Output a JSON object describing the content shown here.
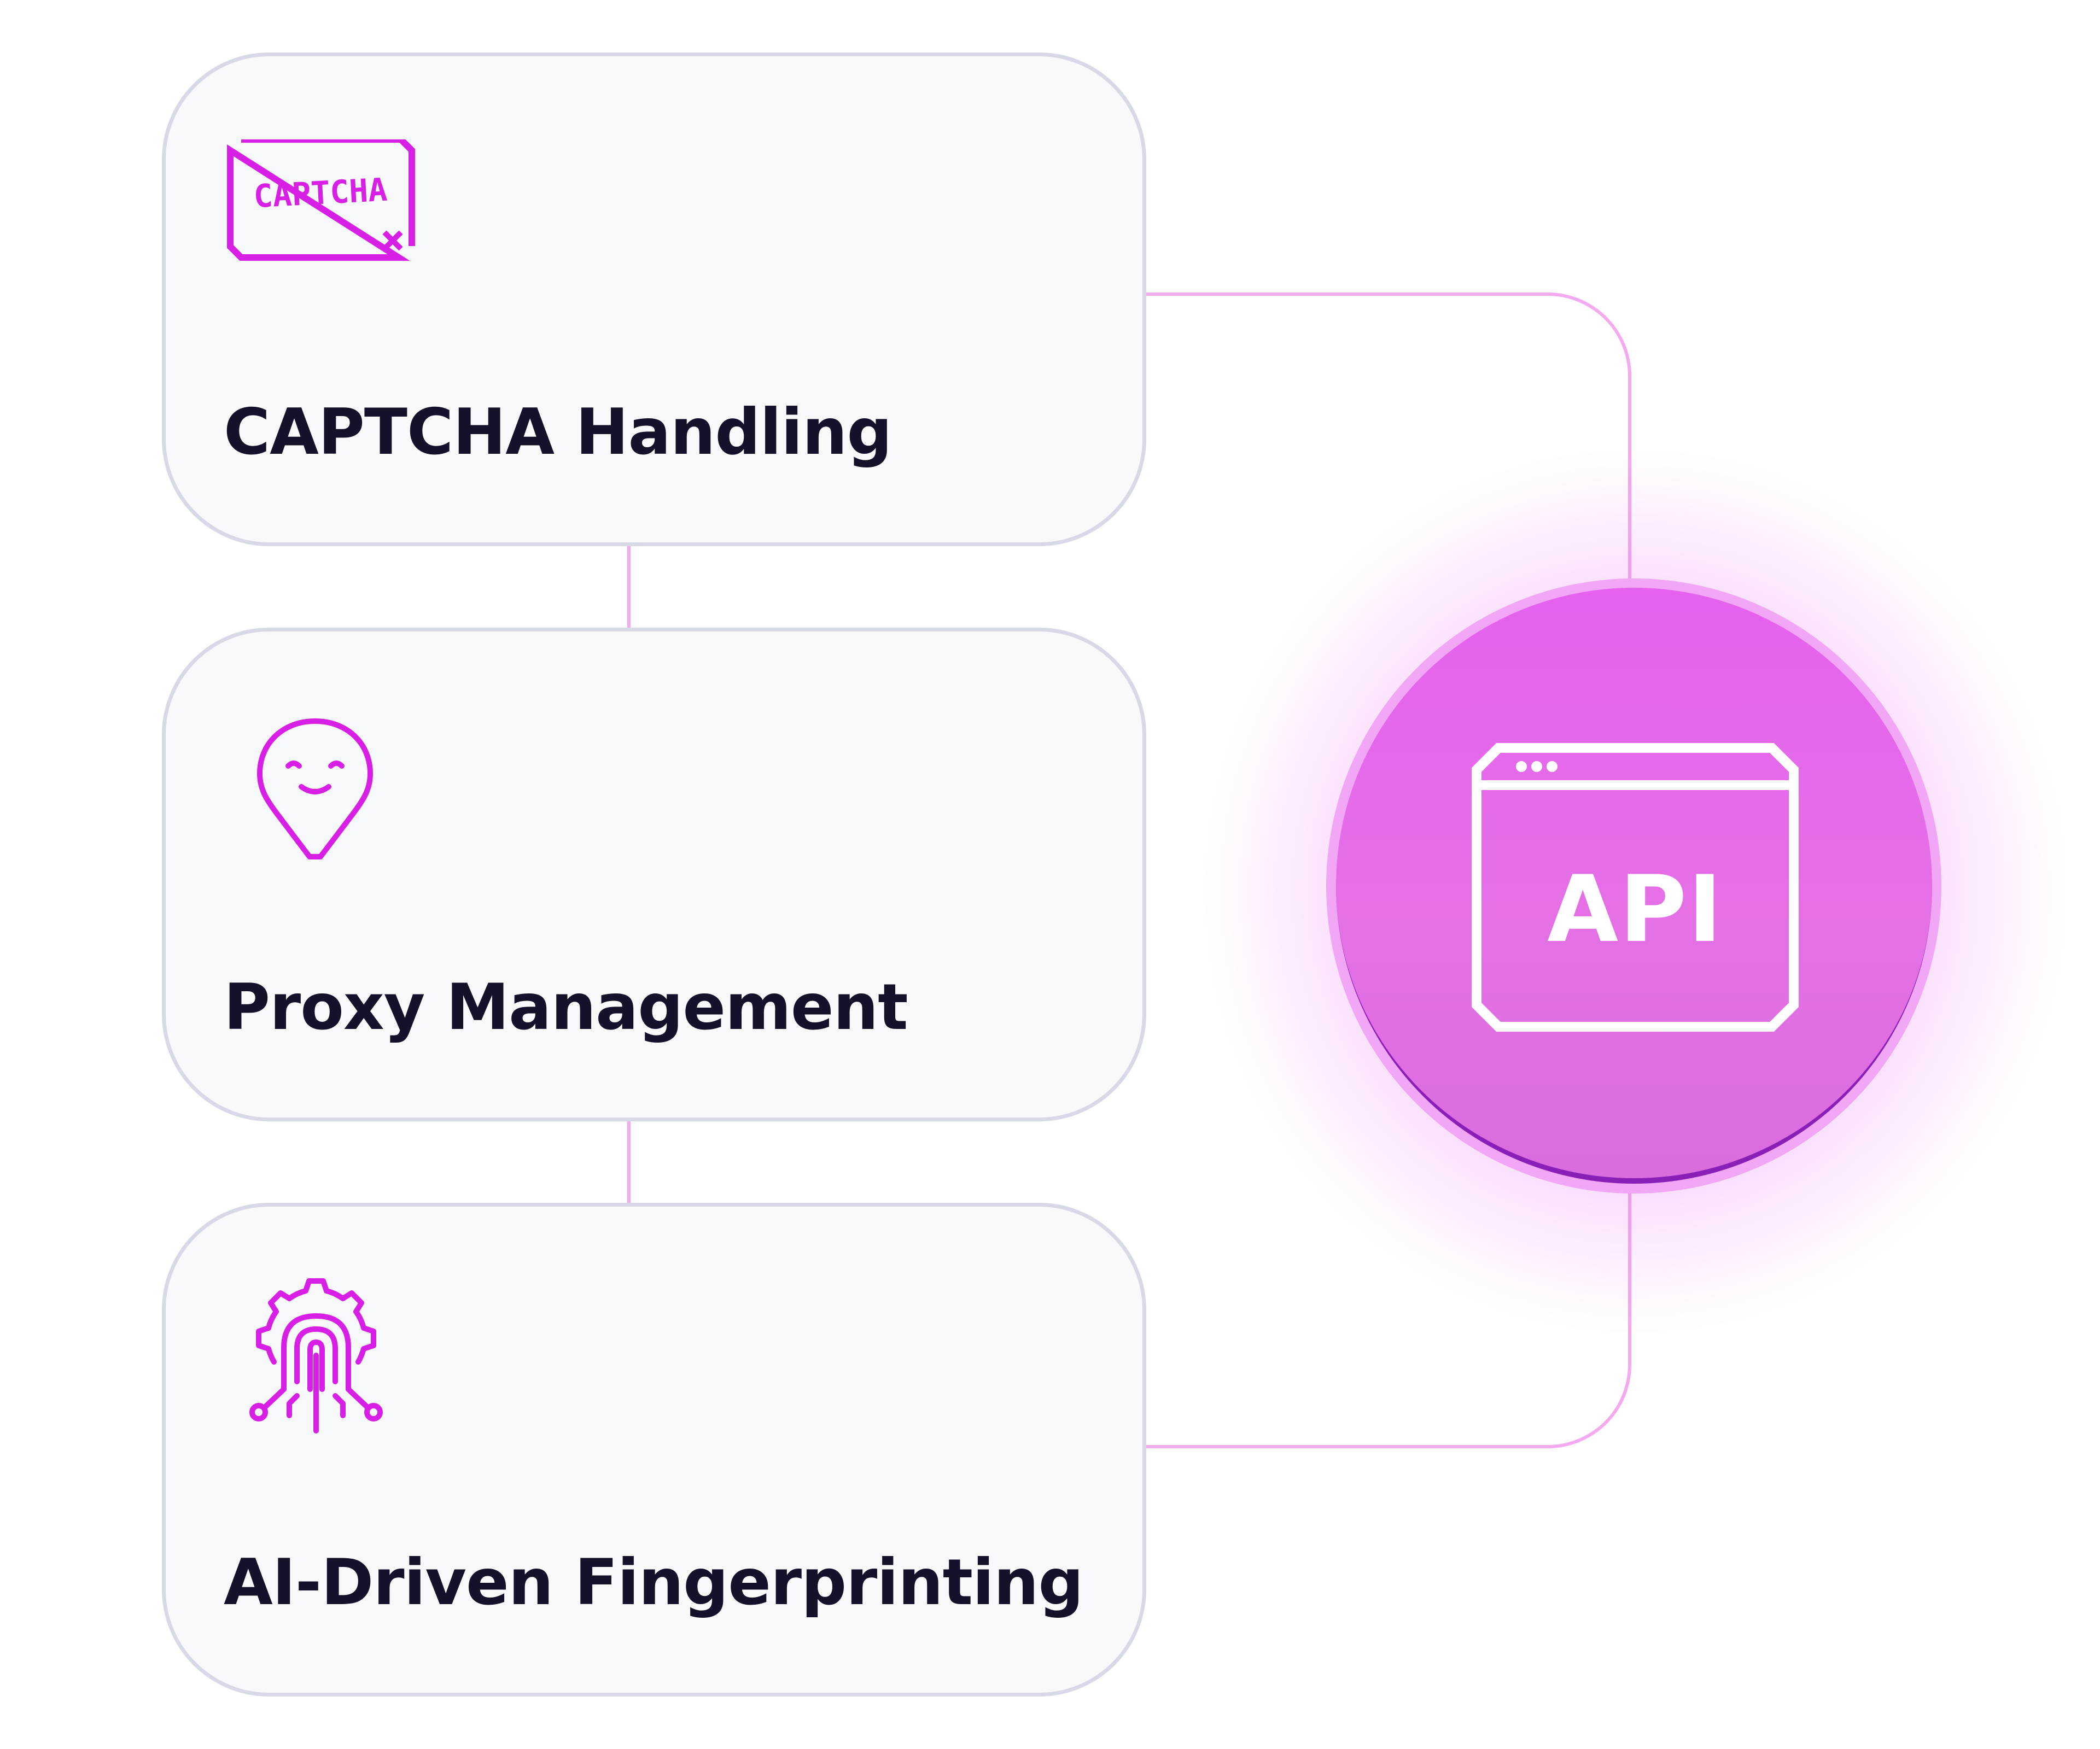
{
  "features": [
    {
      "id": "captcha",
      "label": "CAPTCHA Handling",
      "icon": "captcha-icon",
      "icon_text": "CAPTCHA"
    },
    {
      "id": "proxy",
      "label": "Proxy Management",
      "icon": "smiling-location-pin-icon"
    },
    {
      "id": "fingerprint",
      "label": "AI-Driven Fingerprinting",
      "icon": "fingerprint-gear-icon"
    }
  ],
  "api": {
    "label": "API",
    "icon": "browser-window-icon"
  },
  "colors": {
    "accent": "#d71fe6",
    "connector": "#f5aaf0",
    "card_background": "#f8f9fb",
    "card_border": "#d7dae6",
    "text": "#12122b",
    "api_fill": "#e468ea",
    "api_shadow": "#8a1fb8"
  }
}
